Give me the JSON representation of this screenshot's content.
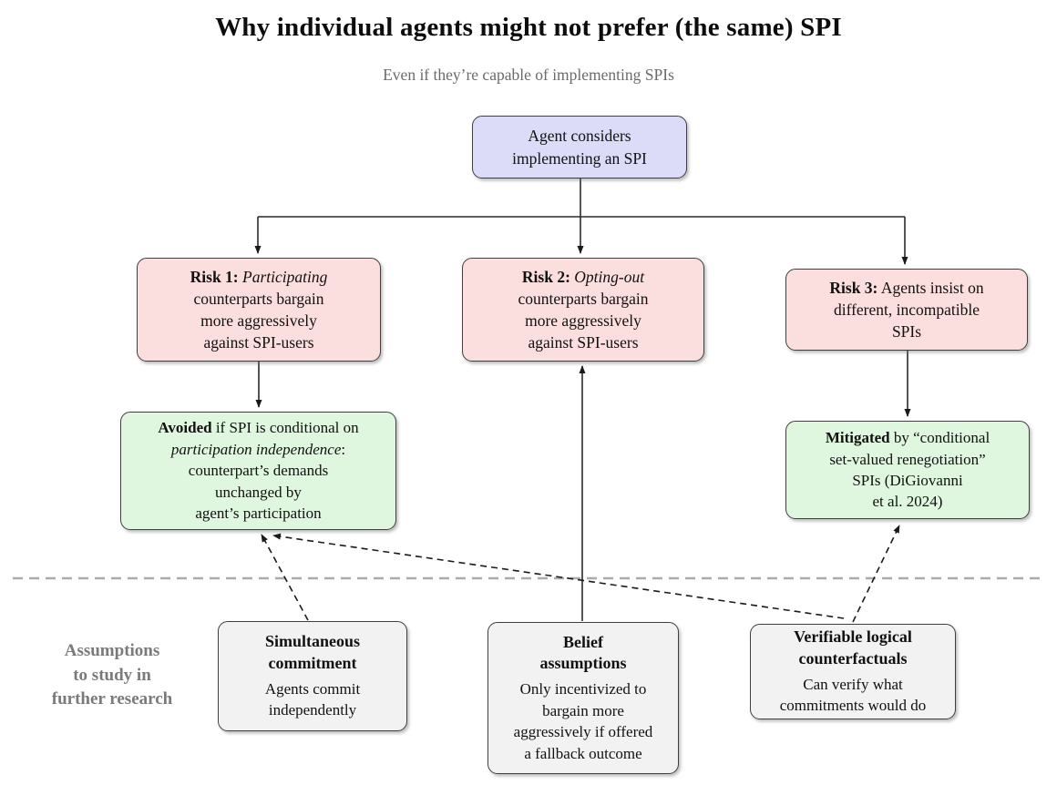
{
  "title": "Why individual agents might not prefer (the same) SPI",
  "subtitle": "Even if they’re capable of implementing SPIs",
  "consider_box": {
    "line1": "Agent considers",
    "line2": "implementing an SPI"
  },
  "risks": {
    "risk1": {
      "label": "Risk 1:",
      "emphasis": "Participating",
      "line2": "counterparts bargain",
      "line3": "more aggressively",
      "line4": "against SPI-users"
    },
    "risk2": {
      "label": "Risk 2:",
      "emphasis": "Opting-out",
      "line2": "counterparts bargain",
      "line3": "more aggressively",
      "line4": "against SPI-users"
    },
    "risk3": {
      "label": "Risk 3:",
      "line1_rest": "Agents insist on",
      "line2": "different, incompatible",
      "line3": "SPIs"
    }
  },
  "mitigations": {
    "avoided": {
      "label": "Avoided",
      "line1_rest": "if SPI is conditional on",
      "emphasis": "participation independence",
      "after_emphasis": ":",
      "line3": "counterpart’s demands",
      "line4": "unchanged by",
      "line5": "agent’s participation"
    },
    "mitigated": {
      "label": "Mitigated",
      "line1_rest": "by “conditional",
      "line2": "set-valued renegotiation”",
      "line3": "SPIs (DiGiovanni",
      "line4": "et al. 2024)"
    }
  },
  "assumptions_label": {
    "line1": "Assumptions",
    "line2": "to study in",
    "line3": "further research"
  },
  "assumptions": {
    "simultaneous": {
      "title_line1": "Simultaneous",
      "title_line2": "commitment",
      "body_line1": "Agents commit",
      "body_line2": "independently"
    },
    "belief": {
      "title_line1": "Belief",
      "title_line2": "assumptions",
      "body_line1": "Only incentivized to",
      "body_line2": "bargain more",
      "body_line3": "aggressively if offered",
      "body_line4": "a fallback outcome"
    },
    "verifiable": {
      "title_line1": "Verifiable logical",
      "title_line2": "counterfactuals",
      "body_line1": "Can verify what",
      "body_line2": "commitments would do"
    }
  },
  "colors": {
    "consider_fill": "#dcdcf8",
    "risk_fill": "#fbdfdf",
    "mitigation_fill": "#dff6df",
    "assumption_fill": "#f2f2f2",
    "border_color": "#3f3f3f",
    "separator_color": "#ababab",
    "subtitle_color": "#6b6b6b",
    "label_color": "#7a7a7a"
  }
}
